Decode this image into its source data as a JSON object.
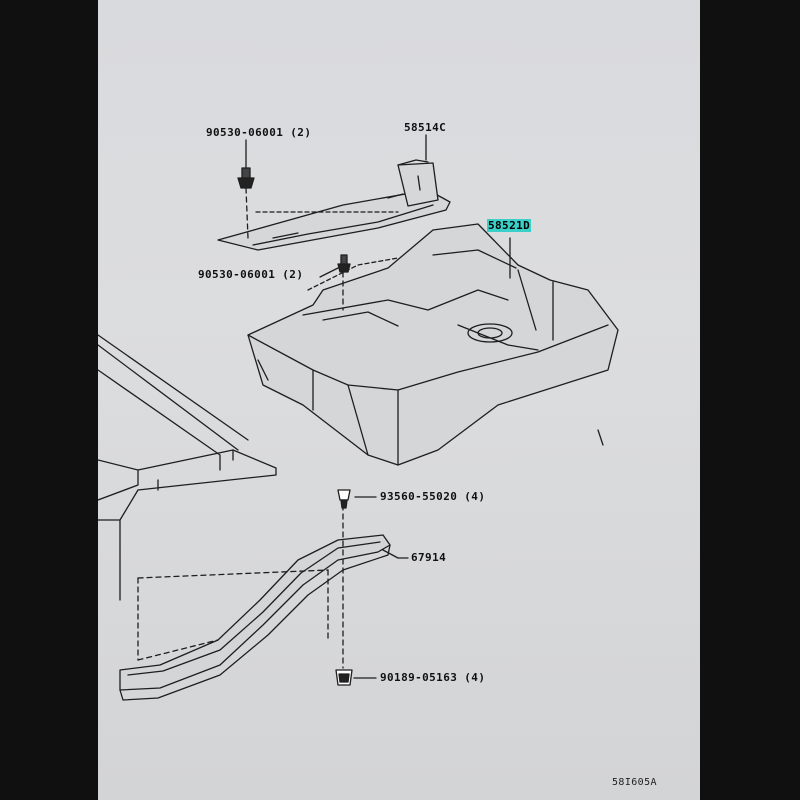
{
  "parts": {
    "clip_top": "90530-06001 (2)",
    "bracket": "58514C",
    "floor_mat": "58521D",
    "clip_middle": "90530-06001 (2)",
    "scuff_clip": "93560-55020 (4)",
    "scuff_plate": "67914",
    "retainer": "90189-05163 (4)"
  },
  "figure_code": "58I605A",
  "colors": {
    "highlight": "#3ad0c8",
    "line": "#1e1e1e",
    "paper": "#dcdddf",
    "bezel": "#101010"
  }
}
